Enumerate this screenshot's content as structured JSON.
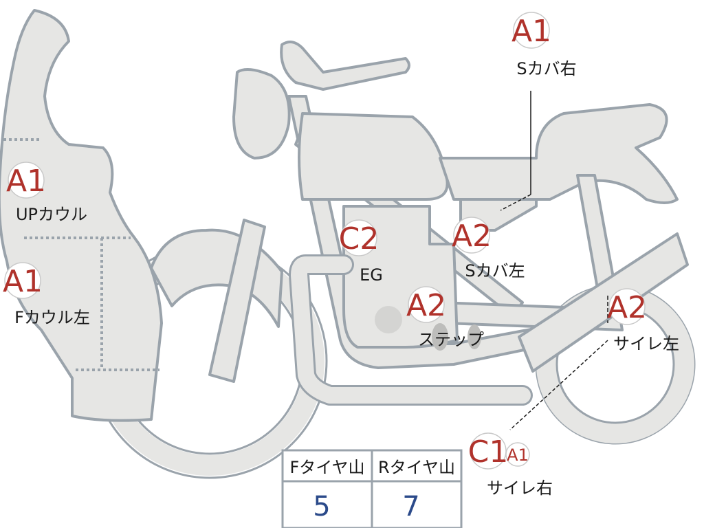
{
  "markers": {
    "s_cover_right": {
      "grade": "A1",
      "part": "Sカバ右"
    },
    "up_cowl": {
      "grade": "A1",
      "part": "UPカウル"
    },
    "f_cowl_left": {
      "grade": "A1",
      "part": "Fカウル左"
    },
    "engine": {
      "grade": "C2",
      "part": "EG"
    },
    "s_cover_left": {
      "grade": "A2",
      "part": "Sカバ左"
    },
    "step": {
      "grade": "A2",
      "part": "ステップ"
    },
    "silencer_left": {
      "grade": "A2",
      "part": "サイレ左"
    },
    "silencer_right": {
      "grade": "C1",
      "grade_small": "A1",
      "part": "サイレ右"
    }
  },
  "tire_table": {
    "front_header": "Fタイヤ山",
    "rear_header": "Rタイヤ山",
    "front_value": "5",
    "rear_value": "7"
  },
  "colors": {
    "grade": "#b0322b",
    "body_fill": "#e6e6e4",
    "body_outline": "#9aa3ab",
    "tire_value": "#2b4a8a"
  }
}
